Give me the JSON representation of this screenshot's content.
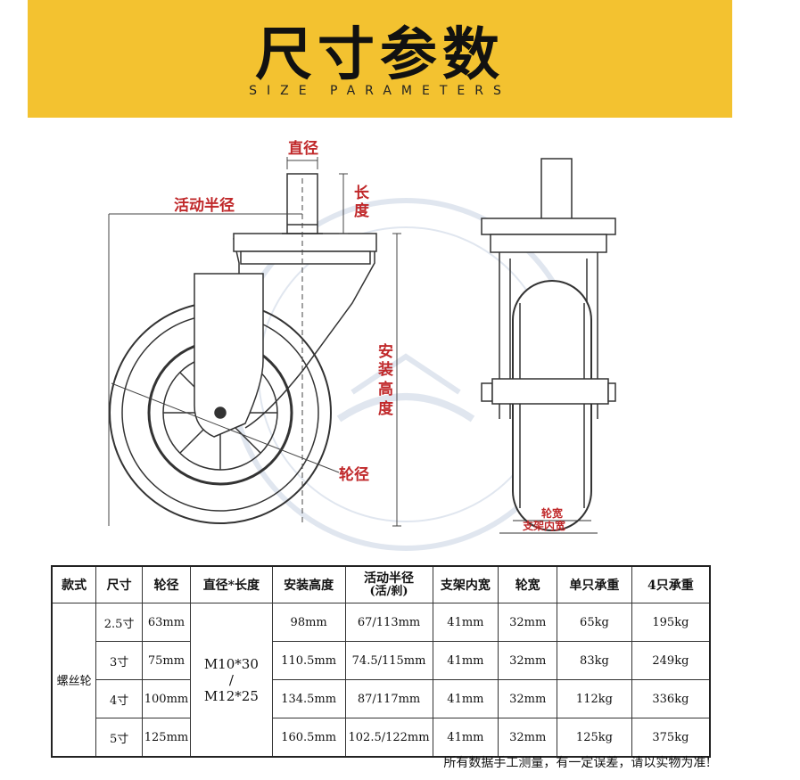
{
  "header": {
    "title": "尺寸参数",
    "subtitle": "SIZE PARAMETERS"
  },
  "diagram": {
    "labels": {
      "diameter": "直径",
      "length": "长度",
      "swivel_radius": "活动半径",
      "mount_height": "安装高度",
      "wheel_diameter": "轮径",
      "wheel_width": "轮宽",
      "bracket_inner_width": "支架内宽"
    }
  },
  "table": {
    "headers": {
      "model": "款式",
      "size": "尺寸",
      "wheel_diameter": "轮径",
      "diameter_length": "直径*长度",
      "mount_height": "安装高度",
      "swivel_radius_main": "活动半径",
      "swivel_radius_sub": "(活/刹)",
      "bracket_width": "支架内宽",
      "wheel_width": "轮宽",
      "single_load": "单只承重",
      "four_load": "4只承重"
    },
    "model": "螺丝轮",
    "mount_spec": [
      "M10*30",
      "/",
      "M12*25"
    ],
    "rows": [
      {
        "size": "2.5寸",
        "wheel": "63mm",
        "height": "98mm",
        "radius": "67/113mm",
        "bracket": "41mm",
        "width": "32mm",
        "single": "65kg",
        "four": "195kg"
      },
      {
        "size": "3寸",
        "wheel": "75mm",
        "height": "110.5mm",
        "radius": "74.5/115mm",
        "bracket": "41mm",
        "width": "32mm",
        "single": "83kg",
        "four": "249kg"
      },
      {
        "size": "4寸",
        "wheel": "100mm",
        "height": "134.5mm",
        "radius": "87/117mm",
        "bracket": "41mm",
        "width": "32mm",
        "single": "112kg",
        "four": "336kg"
      },
      {
        "size": "5寸",
        "wheel": "125mm",
        "height": "160.5mm",
        "radius": "102.5/122mm",
        "bracket": "41mm",
        "width": "32mm",
        "single": "125kg",
        "four": "375kg"
      }
    ]
  },
  "footer": {
    "note": "所有数据手工测量，有一定误差，请以实物为准!"
  },
  "colors": {
    "banner": "#f3c230",
    "label_red": "#c0282a",
    "line": "#333333"
  }
}
